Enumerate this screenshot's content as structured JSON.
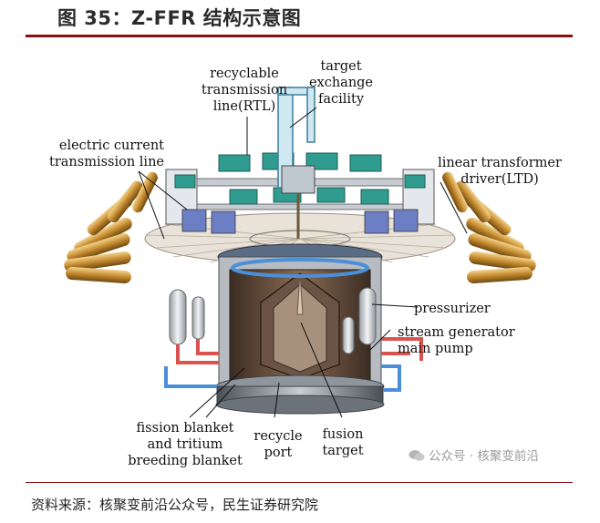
{
  "figure": {
    "title": "图 35：Z-FFR 结构示意图",
    "source": "资料来源：核聚变前沿公众号，民生证券研究院",
    "watermark": "公众号 · 核聚变前沿"
  },
  "labels": {
    "rtl": [
      "recyclable",
      "transmission",
      "line(RTL)"
    ],
    "tef": [
      "target",
      "exchange",
      "facility"
    ],
    "ectl": [
      "electric current",
      "transmission line"
    ],
    "ltd": [
      "linear transformer",
      "driver(LTD)"
    ],
    "pressurizer": "pressurizer",
    "sgmp": [
      "stream generator",
      "main pump"
    ],
    "fission": [
      "fission blanket",
      "and tritium",
      "breeding blanket"
    ],
    "recycle": [
      "recycle",
      "port"
    ],
    "fusion": [
      "fusion",
      "target"
    ]
  },
  "colors": {
    "title_rule": "#8a0d14",
    "ltd_gold": "#c48a2e",
    "module_teal": "#2f9c8f",
    "pipe_red": "#d9534f",
    "pipe_blue": "#4b8fd8"
  }
}
